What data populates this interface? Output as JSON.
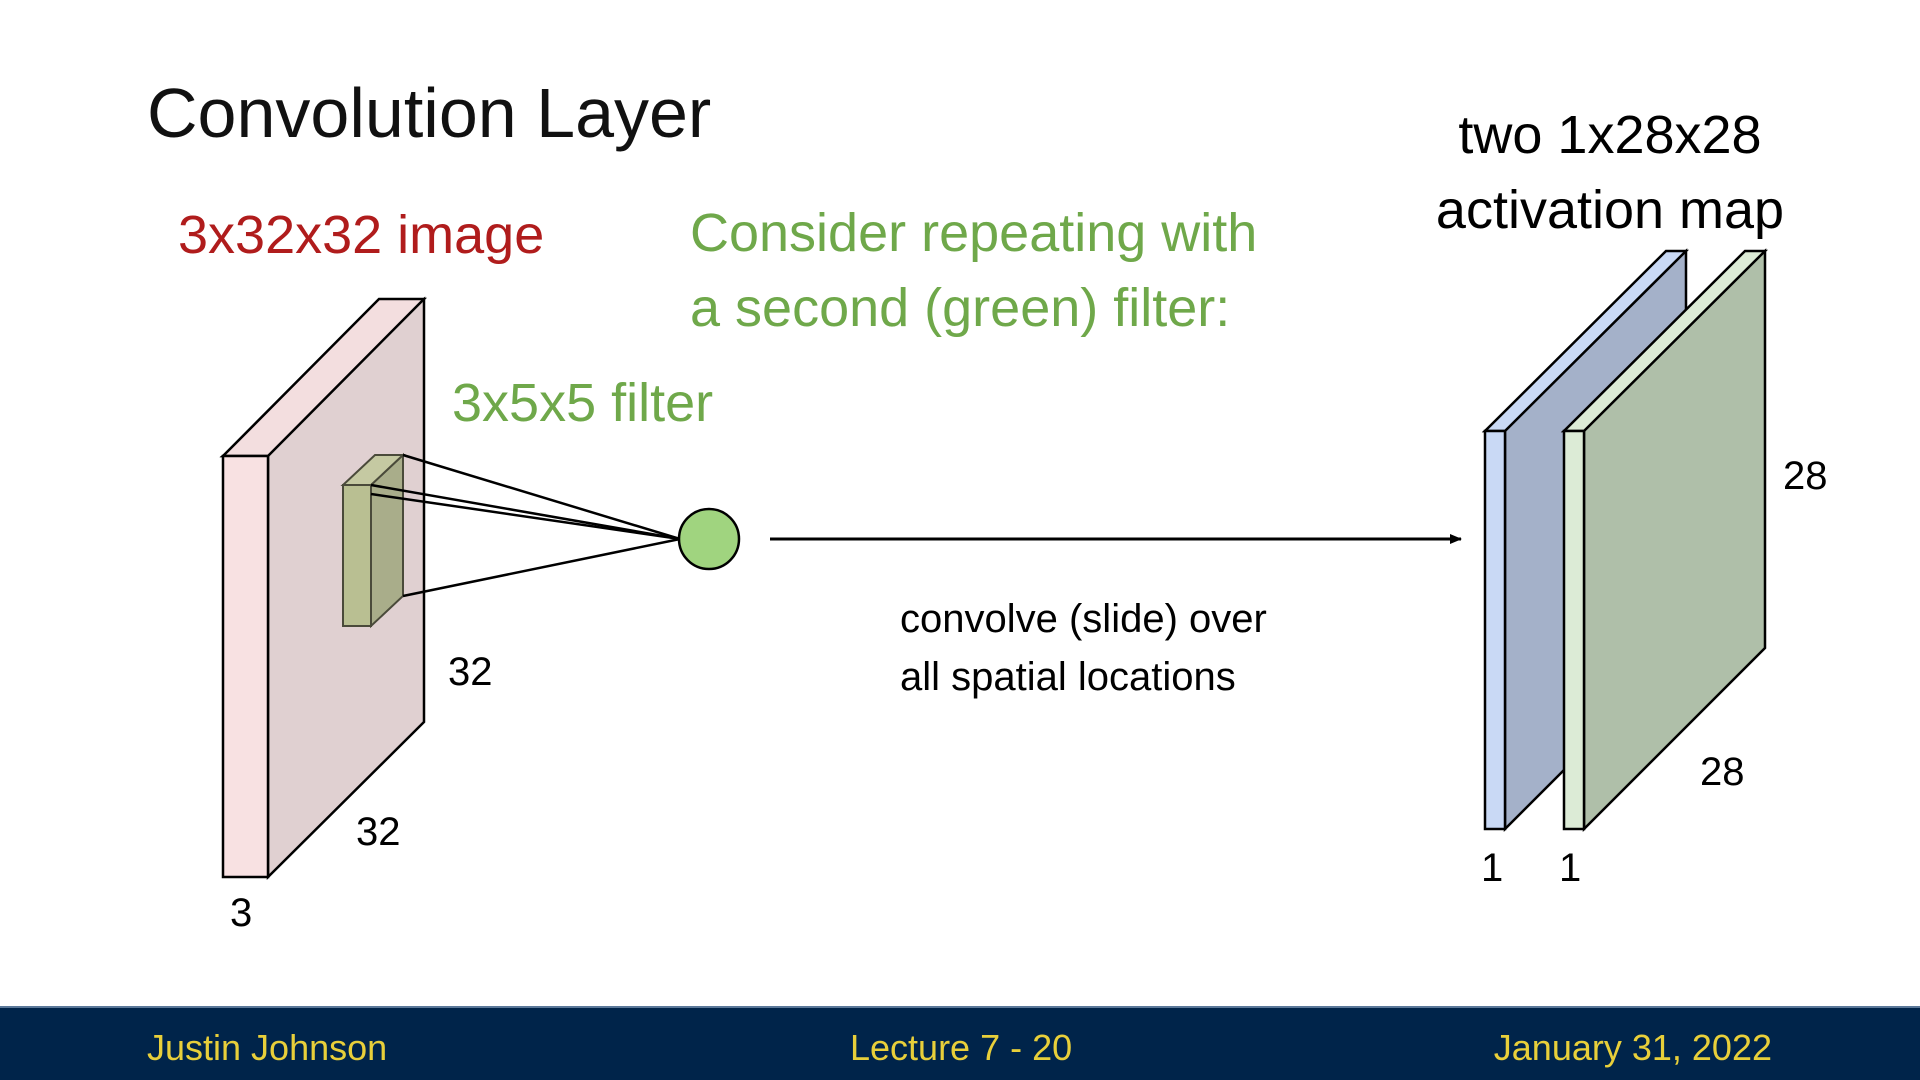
{
  "slide": {
    "title": "Convolution Layer",
    "image_label": "3x32x32 image",
    "filter_label": "3x5x5 filter",
    "repeat_note": [
      "Consider repeating with",
      "a second (green) filter:"
    ],
    "output_label": [
      "two 1x28x28",
      "activation map"
    ],
    "convolve_note": [
      "convolve (slide) over",
      "all spatial locations"
    ]
  },
  "dimensions": {
    "input_height": "32",
    "input_width": "32",
    "input_depth": "3",
    "output_height": "28",
    "output_width": "28",
    "output_depth_blue": "1",
    "output_depth_green": "1"
  },
  "footer": {
    "author": "Justin Johnson",
    "lecture": "Lecture 7 - 20",
    "date": "January 31, 2022"
  },
  "colors": {
    "title_text": "#111111",
    "image_label": "#b01c1c",
    "green_text": "#6fa84a",
    "input_front": "#f8e1e2",
    "input_top": "#f3dedf",
    "input_face": "#e0d0d1",
    "filter_front": "#b9bf92",
    "filter_face": "#a9ad8a",
    "neuron": "#a0d47f",
    "blue_map_face": "#a4b1c9",
    "blue_map_edge": "#c9d9f5",
    "green_map_face": "#afbfa9",
    "green_map_edge": "#dcebd6",
    "footer_bg": "#00244a",
    "footer_text": "#e8cf3a"
  },
  "icons": {
    "input_volume": "3d-box",
    "filter_volume": "3d-box",
    "neuron": "circle",
    "arrow": "right-arrow",
    "activation_maps": "3d-slab"
  }
}
